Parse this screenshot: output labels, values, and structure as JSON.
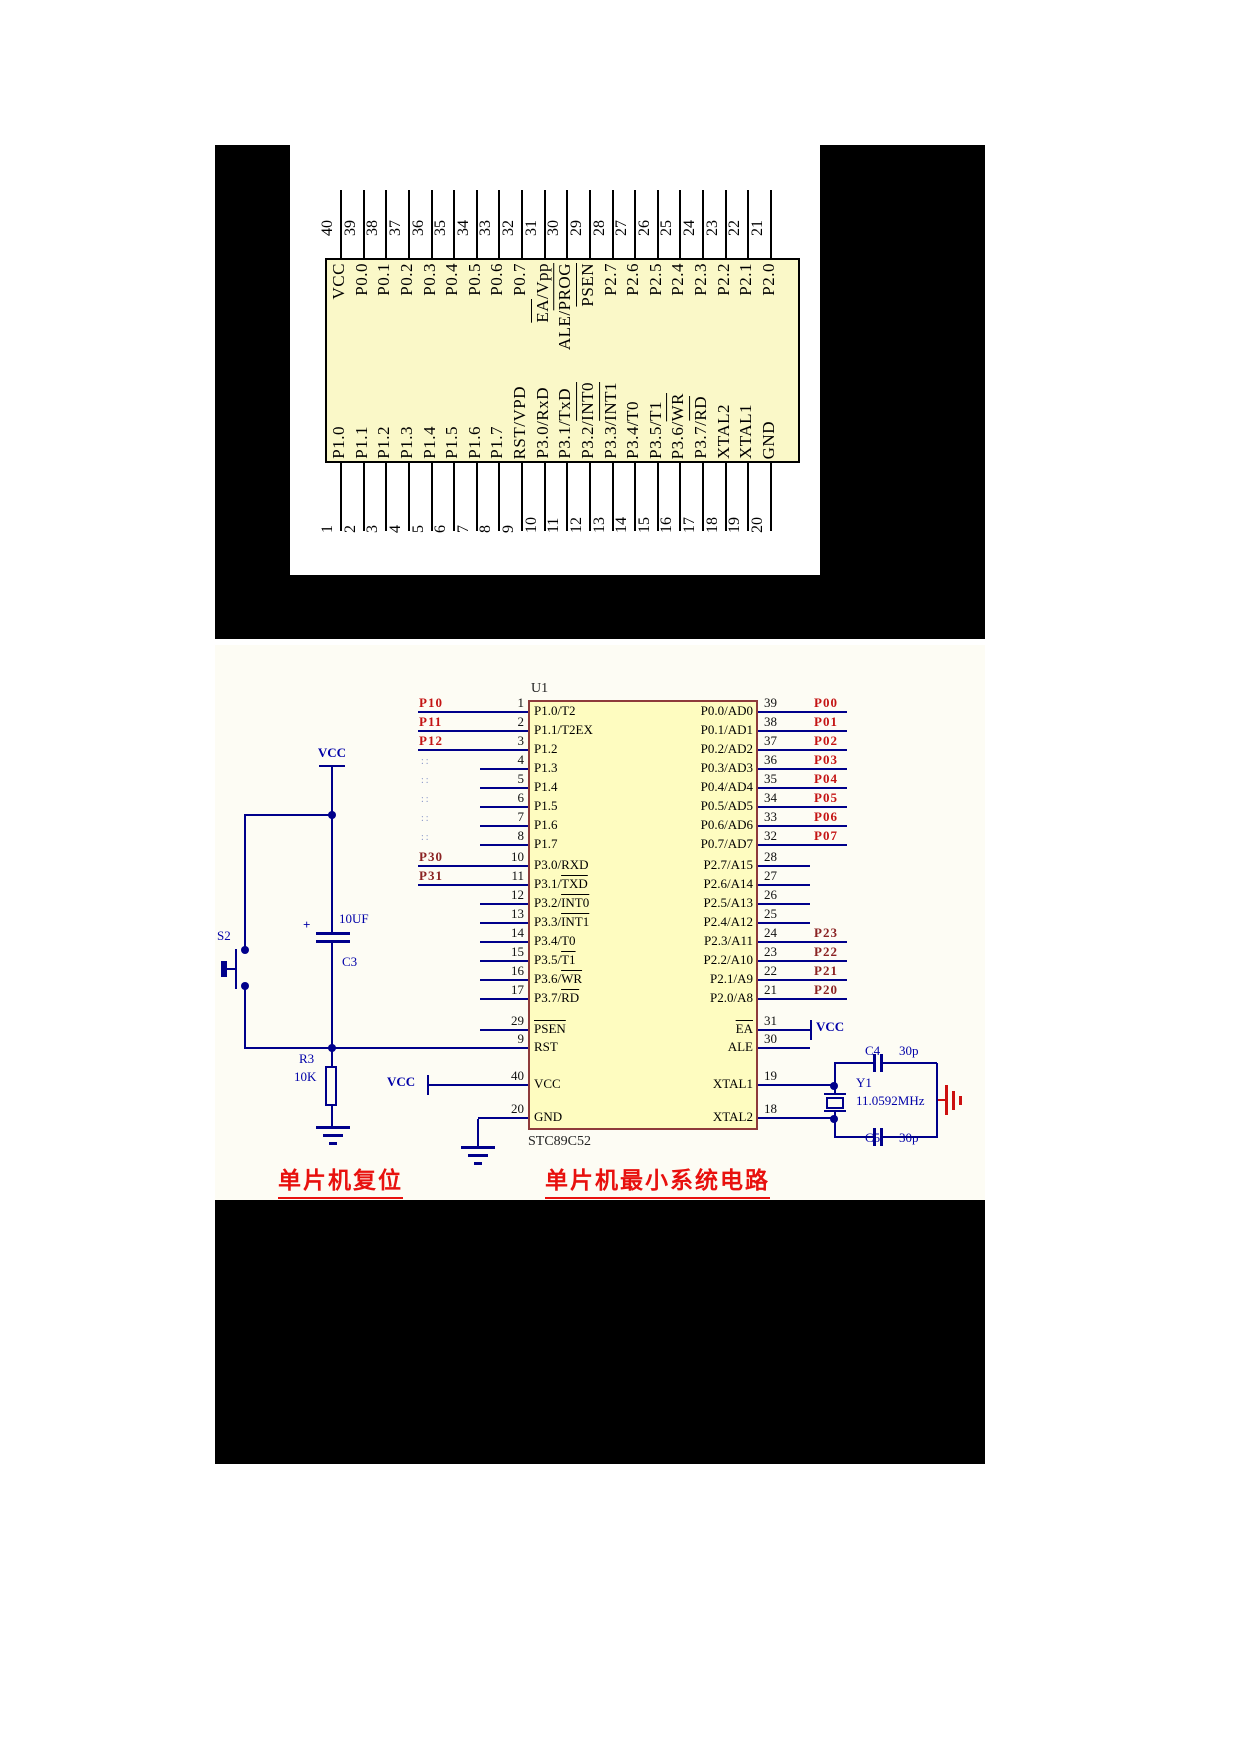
{
  "colors": {
    "wire": "#00008B",
    "chip_fill": "#FEFCC0",
    "chip_border": "#8E3B3B",
    "net_red": "#C41414",
    "net_maroon": "#8B2323",
    "blue": "#0000A8",
    "caption": "#E8110E",
    "gnd_red": "#CC1010",
    "pinout_chip_fill": "#FAF8C8"
  },
  "pinout": {
    "top_pins": [
      {
        "num": "40",
        "label": "VCC"
      },
      {
        "num": "39",
        "label": "P0.0"
      },
      {
        "num": "38",
        "label": "P0.1"
      },
      {
        "num": "37",
        "label": "P0.2"
      },
      {
        "num": "36",
        "label": "P0.3"
      },
      {
        "num": "35",
        "label": "P0.4"
      },
      {
        "num": "34",
        "label": "P0.5"
      },
      {
        "num": "33",
        "label": "P0.6"
      },
      {
        "num": "32",
        "label": "P0.7"
      },
      {
        "num": "31",
        "label": "EA/Vpp",
        "ov": "EA"
      },
      {
        "num": "30",
        "label": "ALE/PROG",
        "ov": "PROG"
      },
      {
        "num": "29",
        "label": "PSEN",
        "ov": "PSEN"
      },
      {
        "num": "28",
        "label": "P2.7"
      },
      {
        "num": "27",
        "label": "P2.6"
      },
      {
        "num": "26",
        "label": "P2.5"
      },
      {
        "num": "25",
        "label": "P2.4"
      },
      {
        "num": "24",
        "label": "P2.3"
      },
      {
        "num": "23",
        "label": "P2.2"
      },
      {
        "num": "22",
        "label": "P2.1"
      },
      {
        "num": "21",
        "label": "P2.0"
      }
    ],
    "bottom_pins": [
      {
        "num": "1",
        "label": "P1.0"
      },
      {
        "num": "2",
        "label": "P1.1"
      },
      {
        "num": "3",
        "label": "P1.2"
      },
      {
        "num": "4",
        "label": "P1.3"
      },
      {
        "num": "5",
        "label": "P1.4"
      },
      {
        "num": "6",
        "label": "P1.5"
      },
      {
        "num": "7",
        "label": "P1.6"
      },
      {
        "num": "8",
        "label": "P1.7"
      },
      {
        "num": "9",
        "label": "RST/VPD"
      },
      {
        "num": "10",
        "label": "P3.0/RxD"
      },
      {
        "num": "11",
        "label": "P3.1/TxD"
      },
      {
        "num": "12",
        "label": "P3.2/INT0",
        "ov": "INT0"
      },
      {
        "num": "13",
        "label": "P3.3/INT1",
        "ov": "INT1"
      },
      {
        "num": "14",
        "label": "P3.4/T0"
      },
      {
        "num": "15",
        "label": "P3.5/T1"
      },
      {
        "num": "16",
        "label": "P3.6/WR",
        "ov": "WR"
      },
      {
        "num": "17",
        "label": "P3.7/RD",
        "ov": "RD"
      },
      {
        "num": "18",
        "label": "XTAL2"
      },
      {
        "num": "19",
        "label": "XTAL1"
      },
      {
        "num": "20",
        "label": "GND"
      }
    ]
  },
  "schematic": {
    "designator": "U1",
    "part_number": "STC89C52",
    "left_groups": [
      {
        "rows": [
          {
            "pin": "1",
            "label": "P1.0/T2",
            "net": "P10",
            "netc": "r",
            "conn": "net"
          },
          {
            "pin": "2",
            "label": "P1.1/T2EX",
            "net": "P11",
            "netc": "r",
            "conn": "net"
          },
          {
            "pin": "3",
            "label": "P1.2",
            "net": "P12",
            "netc": "r",
            "conn": "net"
          },
          {
            "pin": "4",
            "label": "P1.3",
            "conn": "dots"
          },
          {
            "pin": "5",
            "label": "P1.4",
            "conn": "dots"
          },
          {
            "pin": "6",
            "label": "P1.5",
            "conn": "dots"
          },
          {
            "pin": "7",
            "label": "P1.6",
            "conn": "dots"
          },
          {
            "pin": "8",
            "label": "P1.7",
            "conn": "dots"
          }
        ]
      },
      {
        "rows": [
          {
            "pin": "10",
            "label": "P3.0/RXD",
            "net": "P30",
            "netc": "m",
            "conn": "net"
          },
          {
            "pin": "11",
            "label": "P3.1/TXD",
            "ov": "TXD",
            "net": "P31",
            "netc": "m",
            "conn": "net"
          },
          {
            "pin": "12",
            "label": "P3.2/INT0",
            "ov": "INT0"
          },
          {
            "pin": "13",
            "label": "P3.3/INT1",
            "ov": "INT1"
          },
          {
            "pin": "14",
            "label": "P3.4/T0"
          },
          {
            "pin": "15",
            "label": "P3.5/T1",
            "ov": "T1"
          },
          {
            "pin": "16",
            "label": "P3.6/WR",
            "ov": "WR"
          },
          {
            "pin": "17",
            "label": "P3.7/RD",
            "ov": "RD"
          }
        ]
      },
      {
        "rows": [
          {
            "pin": "29",
            "label": "PSEN",
            "ov": "PSEN"
          },
          {
            "pin": "9",
            "label": "RST",
            "conn": "reset"
          }
        ]
      },
      {
        "rows": [
          {
            "pin": "40",
            "label": "VCC",
            "conn": "vcc"
          },
          {
            "pin": "20",
            "label": "GND",
            "conn": "gnd"
          }
        ]
      }
    ],
    "right_groups": [
      {
        "rows": [
          {
            "pin": "39",
            "label": "P0.0/AD0",
            "net": "P00",
            "netc": "r"
          },
          {
            "pin": "38",
            "label": "P0.1/AD1",
            "net": "P01",
            "netc": "r"
          },
          {
            "pin": "37",
            "label": "P0.2/AD2",
            "net": "P02",
            "netc": "r"
          },
          {
            "pin": "36",
            "label": "P0.3/AD3",
            "net": "P03",
            "netc": "r"
          },
          {
            "pin": "35",
            "label": "P0.4/AD4",
            "net": "P04",
            "netc": "r"
          },
          {
            "pin": "34",
            "label": "P0.5/AD5",
            "net": "P05",
            "netc": "r"
          },
          {
            "pin": "33",
            "label": "P0.6/AD6",
            "net": "P06",
            "netc": "r"
          },
          {
            "pin": "32",
            "label": "P0.7/AD7",
            "net": "P07",
            "netc": "r"
          }
        ]
      },
      {
        "rows": [
          {
            "pin": "28",
            "label": "P2.7/A15"
          },
          {
            "pin": "27",
            "label": "P2.6/A14"
          },
          {
            "pin": "26",
            "label": "P2.5/A13"
          },
          {
            "pin": "25",
            "label": "P2.4/A12"
          },
          {
            "pin": "24",
            "label": "P2.3/A11",
            "net": "P23",
            "netc": "m"
          },
          {
            "pin": "23",
            "label": "P2.2/A10",
            "net": "P22",
            "netc": "m"
          },
          {
            "pin": "22",
            "label": "P2.1/A9",
            "net": "P21",
            "netc": "m"
          },
          {
            "pin": "21",
            "label": "P2.0/A8",
            "net": "P20",
            "netc": "m"
          }
        ]
      },
      {
        "rows": [
          {
            "pin": "31",
            "label": "EA",
            "ov": "EA",
            "conn": "vccsrc"
          },
          {
            "pin": "30",
            "label": "ALE"
          }
        ]
      },
      {
        "rows": [
          {
            "pin": "19",
            "label": "XTAL1",
            "conn": "xtal"
          },
          {
            "pin": "18",
            "label": "XTAL2",
            "conn": "xtal"
          }
        ]
      }
    ],
    "reset": {
      "vcc": "VCC",
      "switch": "S2",
      "cap": "C3",
      "cap_plus": "+",
      "cap_value": "10UF",
      "res": "R3",
      "res_value": "10K"
    },
    "xtal": {
      "c_top": "C4",
      "c_top_value": "30p",
      "crystal": "Y1",
      "crystal_value": "11.0592MHz",
      "c_bot": "C5",
      "c_bot_value": "30p"
    },
    "vcc_label": "VCC",
    "captions": {
      "reset": "单片机复位",
      "system": "单片机最小系统电路"
    }
  }
}
